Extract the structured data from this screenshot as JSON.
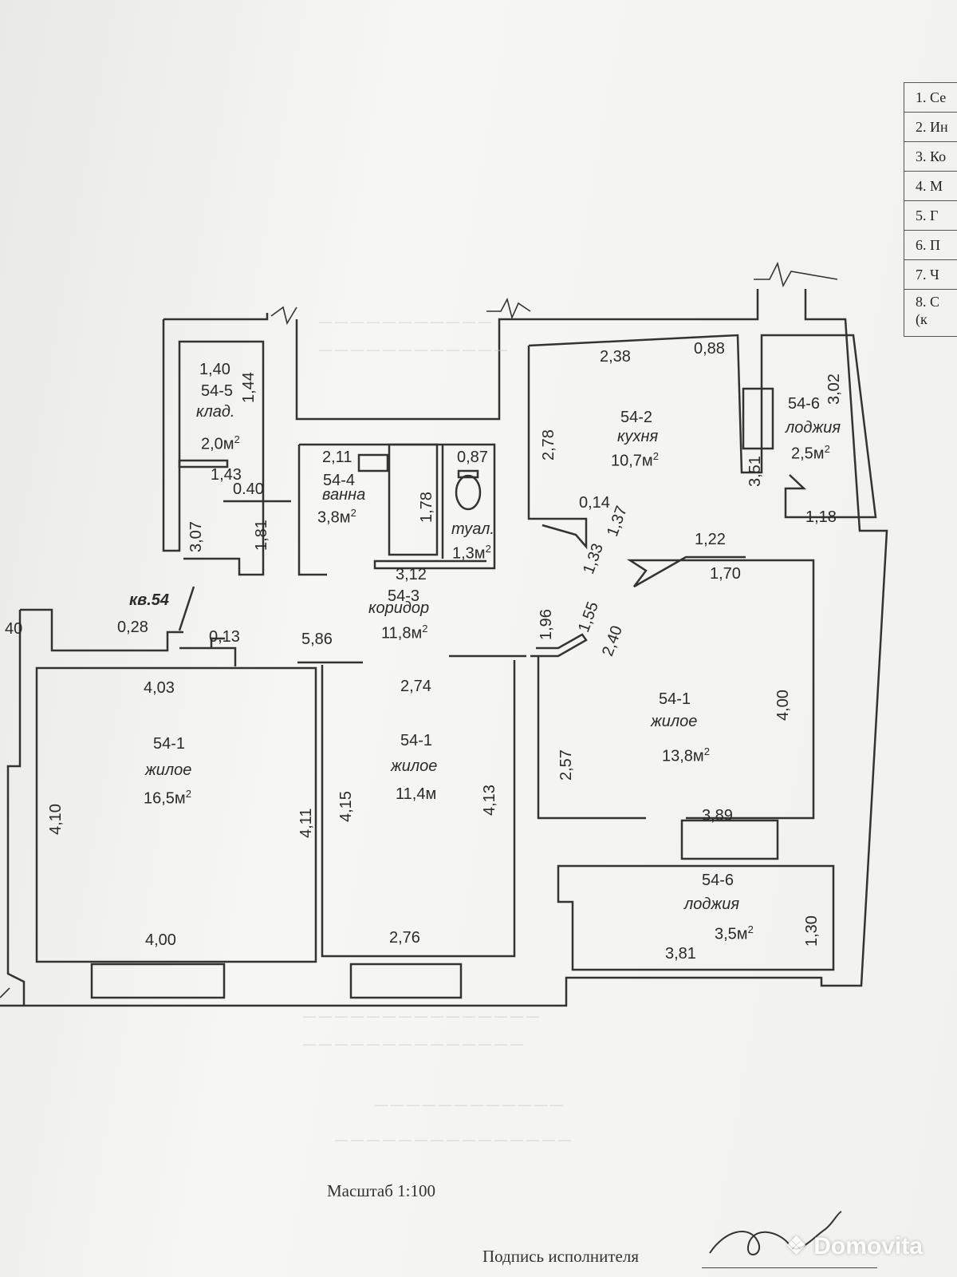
{
  "plan": {
    "apartment": "кв.54",
    "rooms": [
      {
        "id": "54-5",
        "name": "клад.",
        "area": "2,0м"
      },
      {
        "id": "54-4",
        "name": "ванна",
        "area": "3,8м"
      },
      {
        "id": "54-2",
        "name": "кухня",
        "area": "10,7м"
      },
      {
        "id": "54-6",
        "name": "лоджия",
        "area": "2,5м"
      },
      {
        "name": "туал.",
        "area": "1,3м"
      },
      {
        "id": "54-3",
        "name": "коридор",
        "area": "11,8м"
      },
      {
        "id": "54-1",
        "name": "жилое",
        "area": "16,5м"
      },
      {
        "id": "54-1",
        "name": "жилое",
        "area": "11,4м"
      },
      {
        "id": "54-1",
        "name": "жилое",
        "area": "13,8м"
      },
      {
        "id": "54-6",
        "name": "лоджия",
        "area": "3,5м"
      }
    ],
    "superscript": "2",
    "dimensions": [
      "1,40",
      "1,44",
      "1,43",
      "0.40",
      "3,07",
      "1,81",
      "2,11",
      "0,87",
      "1,78",
      "3,12",
      "2,38",
      "0,88",
      "2,78",
      "3,02",
      "3,51",
      "1,18",
      "0,14",
      "1,37",
      "1,33",
      "1,22",
      "1,70",
      "0,28",
      "0,13",
      "5,86",
      "1,96",
      "1,55",
      "2,40",
      "4,03",
      "2,74",
      "4,00",
      "4,10",
      "4,11",
      "4,15",
      "4,13",
      "2,57",
      "3,89",
      "4,00",
      "2,76",
      "3,81",
      "1,30"
    ],
    "edge_mark": "40"
  },
  "legend": [
    "1. Се",
    "2. Ин",
    "3. Ко",
    "4. М",
    "5. Г",
    "6. П",
    "7. Ч",
    "8. С"
  ],
  "legend_extra": "(к",
  "scale_label": "Масштаб 1:100",
  "signature_label": "Подпись исполнителя",
  "watermark": "Domovita"
}
